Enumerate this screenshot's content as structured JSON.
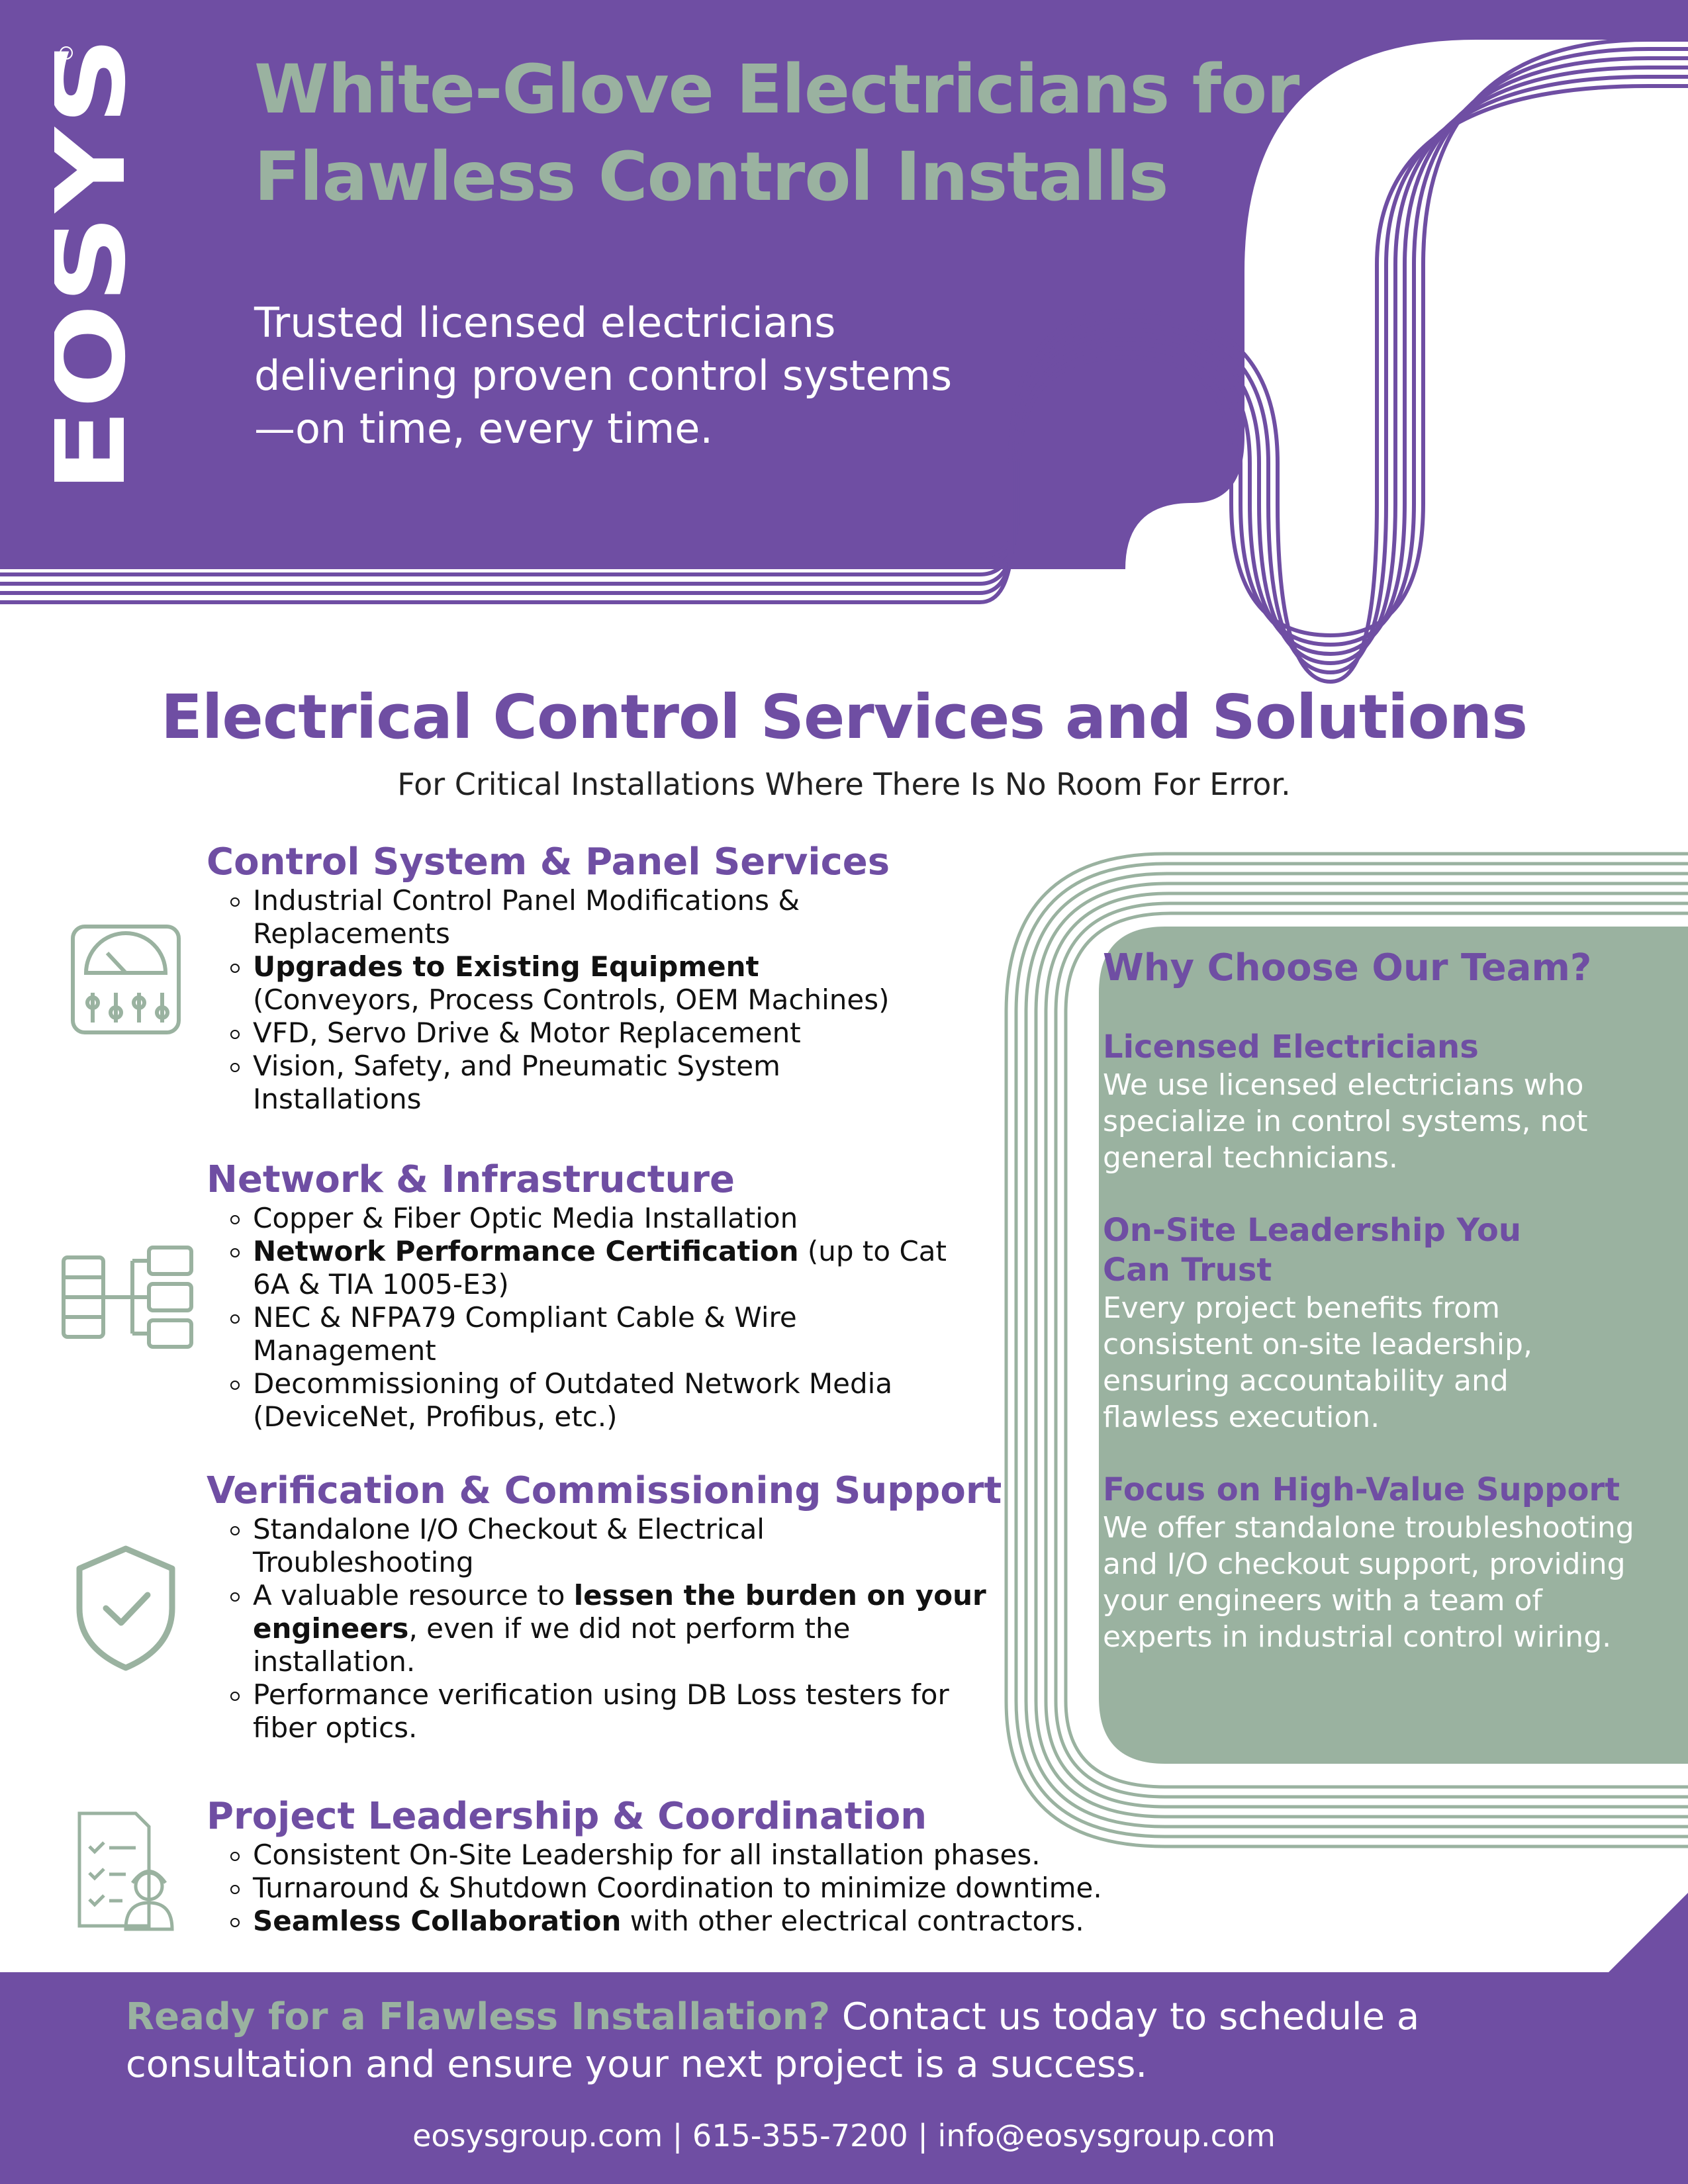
{
  "brand": {
    "logo_text": "EOSYS",
    "colors": {
      "purple": "#6f4ea3",
      "sage": "#9ab2a0",
      "white": "#ffffff"
    }
  },
  "hero": {
    "title_line1": "White-Glove Electricians for",
    "title_line2": "Flawless Control Installs",
    "subtitle_line1": "Trusted licensed electricians",
    "subtitle_line2": "delivering proven control systems",
    "subtitle_line3": "—on time, every time."
  },
  "section": {
    "title": "Electrical Control Services and Solutions",
    "subtitle": "For Critical Installations Where There Is No Room For Error."
  },
  "services": [
    {
      "title": "Control System & Panel Services",
      "icon": "control-panel-gauge-icon",
      "items": [
        {
          "bold": "",
          "text": "Industrial Control Panel Modifications & Replacements"
        },
        {
          "bold": "Upgrades to Existing Equipment",
          "text": " (Conveyors, Process Controls, OEM Machines)"
        },
        {
          "bold": "",
          "text": "VFD, Servo Drive & Motor Replacement"
        },
        {
          "bold": "",
          "text": "Vision, Safety, and Pneumatic System Installations"
        }
      ]
    },
    {
      "title": "Network & Infrastructure",
      "icon": "network-servers-icon",
      "items": [
        {
          "bold": "",
          "text": "Copper & Fiber Optic Media Installation"
        },
        {
          "bold": "Network Performance Certification",
          "text": " (up to Cat 6A & TIA 1005-E3)"
        },
        {
          "bold": "",
          "text": "NEC & NFPA79 Compliant Cable & Wire Management"
        },
        {
          "bold": "",
          "text": "Decommissioning of Outdated Network Media (DeviceNet, Profibus, etc.)"
        }
      ]
    },
    {
      "title": "Verification & Commissioning Support",
      "icon": "shield-check-icon",
      "items": [
        {
          "pre": "",
          "bold": "",
          "text": "Standalone I/O Checkout & Electrical Troubleshooting"
        },
        {
          "pre": "A valuable resource to ",
          "bold": "lessen the burden on your engineers",
          "text": ", even if we did not perform the installation."
        },
        {
          "pre": "",
          "bold": "",
          "text": "Performance verification using DB Loss testers for fiber optics."
        }
      ]
    },
    {
      "title": "Project Leadership & Coordination",
      "icon": "checklist-worker-icon",
      "items": [
        {
          "bold": "",
          "text": "Consistent On-Site Leadership for all installation phases."
        },
        {
          "bold": "",
          "text": "Turnaround & Shutdown Coordination to minimize downtime."
        },
        {
          "bold": "Seamless Collaboration",
          "text": " with other electrical contractors."
        }
      ]
    }
  ],
  "why": {
    "title": "Why Choose Our Team?",
    "points": [
      {
        "title": "Licensed Electricians",
        "text": "We use licensed electricians who specialize in control systems, not general technicians."
      },
      {
        "title": "On-Site Leadership You Can Trust",
        "text": "Every project benefits from consistent on-site leadership, ensuring accountability and flawless execution."
      },
      {
        "title": "Focus on High-Value Support",
        "text": "We offer standalone troubleshooting and I/O checkout support, providing your engineers with a team of experts in industrial control wiring."
      }
    ]
  },
  "footer": {
    "cta_highlight": "Ready for a Flawless Installation?",
    "cta_text": " Contact us today to schedule a consultation and ensure your next project is a success.",
    "contact": "eosysgroup.com | 615-355-7200 | info@eosysgroup.com"
  }
}
